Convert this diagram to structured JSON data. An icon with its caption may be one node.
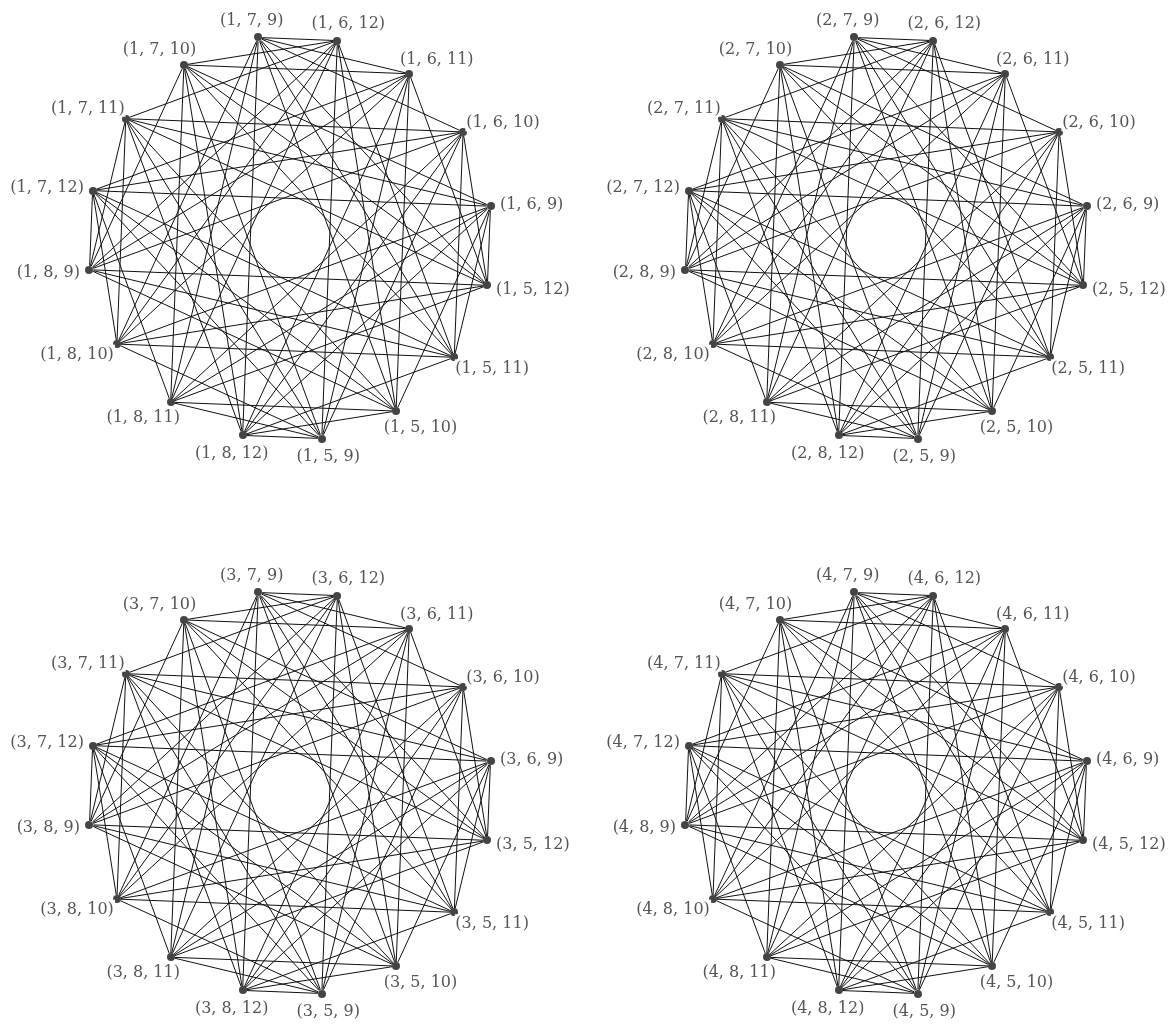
{
  "diagram": {
    "nodes": [
      {
        "text": [],
        "shape": "circle",
        "beside": [
          "(1, 7, 9)"
        ]
      },
      {
        "text": [],
        "shape": "circle",
        "beside": [
          "(1, 6, 12)"
        ]
      },
      {
        "text": [],
        "shape": "circle",
        "beside": [
          "(1, 6, 11)"
        ]
      },
      {
        "text": [],
        "shape": "circle",
        "beside": [
          "(1, 6, 10)"
        ]
      },
      {
        "text": [],
        "shape": "circle",
        "beside": [
          "(1, 6, 9)"
        ]
      },
      {
        "text": [],
        "shape": "circle",
        "beside": [
          "(1, 5, 12)"
        ]
      },
      {
        "text": [],
        "shape": "circle",
        "beside": [
          "(1, 5, 11)"
        ]
      },
      {
        "text": [],
        "shape": "circle",
        "beside": [
          "(1, 5, 10)"
        ]
      },
      {
        "text": [],
        "shape": "circle",
        "beside": [
          "(1, 5, 9)"
        ]
      },
      {
        "text": [],
        "shape": "circle",
        "beside": [
          "(1, 8, 12)"
        ]
      },
      {
        "text": [],
        "shape": "circle",
        "beside": [
          "(1, 8, 11)"
        ]
      },
      {
        "text": [],
        "shape": "circle",
        "beside": [
          "(1, 8, 10)"
        ]
      },
      {
        "text": [],
        "shape": "circle",
        "beside": [
          "(1, 8, 9)"
        ]
      },
      {
        "text": [],
        "shape": "circle",
        "beside": [
          "(1, 7, 12)"
        ]
      },
      {
        "text": [],
        "shape": "circle",
        "beside": [
          "(1, 7, 11)"
        ]
      },
      {
        "text": [],
        "shape": "circle",
        "beside": [
          "(1, 7, 10)"
        ]
      },
      {
        "text": [],
        "shape": "circle",
        "beside": [
          "(2, 7, 9)"
        ]
      },
      {
        "text": [],
        "shape": "circle",
        "beside": [
          "(2, 6, 12)"
        ]
      },
      {
        "text": [],
        "shape": "circle",
        "beside": [
          "(2, 6, 11)"
        ]
      },
      {
        "text": [],
        "shape": "circle",
        "beside": [
          "(2, 6, 10)"
        ]
      },
      {
        "text": [],
        "shape": "circle",
        "beside": [
          "(2, 6, 9)"
        ]
      },
      {
        "text": [],
        "shape": "circle",
        "beside": [
          "(2, 5, 12)"
        ]
      },
      {
        "text": [],
        "shape": "circle",
        "beside": [
          "(2, 5, 11)"
        ]
      },
      {
        "text": [],
        "shape": "circle",
        "beside": [
          "(2, 5, 10)"
        ]
      },
      {
        "text": [],
        "shape": "circle",
        "beside": [
          "(2, 5, 9)"
        ]
      },
      {
        "text": [],
        "shape": "circle",
        "beside": [
          "(2, 8, 12)"
        ]
      },
      {
        "text": [],
        "shape": "circle",
        "beside": [
          "(2, 8, 11)"
        ]
      },
      {
        "text": [],
        "shape": "circle",
        "beside": [
          "(2, 8, 10)"
        ]
      },
      {
        "text": [],
        "shape": "circle",
        "beside": [
          "(2, 8, 9)"
        ]
      },
      {
        "text": [],
        "shape": "circle",
        "beside": [
          "(2, 7, 12)"
        ]
      },
      {
        "text": [],
        "shape": "circle",
        "beside": [
          "(2, 7, 11)"
        ]
      },
      {
        "text": [],
        "shape": "circle",
        "beside": [
          "(2, 7, 10)"
        ]
      },
      {
        "text": [],
        "shape": "circle",
        "beside": [
          "(3, 7, 9)"
        ]
      },
      {
        "text": [],
        "shape": "circle",
        "beside": [
          "(3, 6, 12)"
        ]
      },
      {
        "text": [],
        "shape": "circle",
        "beside": [
          "(3, 6, 11)"
        ]
      },
      {
        "text": [],
        "shape": "circle",
        "beside": [
          "(3, 6, 10)"
        ]
      },
      {
        "text": [],
        "shape": "circle",
        "beside": [
          "(3, 6, 9)"
        ]
      },
      {
        "text": [],
        "shape": "circle",
        "beside": [
          "(3, 5, 12)"
        ]
      },
      {
        "text": [],
        "shape": "circle",
        "beside": [
          "(3, 5, 11)"
        ]
      },
      {
        "text": [],
        "shape": "circle",
        "beside": [
          "(3, 5, 10)"
        ]
      },
      {
        "text": [],
        "shape": "circle",
        "beside": [
          "(3, 5, 9)"
        ]
      },
      {
        "text": [],
        "shape": "circle",
        "beside": [
          "(3, 8, 12)"
        ]
      },
      {
        "text": [],
        "shape": "circle",
        "beside": [
          "(3, 8, 11)"
        ]
      },
      {
        "text": [],
        "shape": "circle",
        "beside": [
          "(3, 8, 10)"
        ]
      },
      {
        "text": [],
        "shape": "circle",
        "beside": [
          "(3, 8, 9)"
        ]
      },
      {
        "text": [],
        "shape": "circle",
        "beside": [
          "(3, 7, 12)"
        ]
      },
      {
        "text": [],
        "shape": "circle",
        "beside": [
          "(3, 7, 11)"
        ]
      },
      {
        "text": [],
        "shape": "circle",
        "beside": [
          "(3, 7, 10)"
        ]
      },
      {
        "text": [],
        "shape": "circle",
        "beside": [
          "(4, 7, 9)"
        ]
      },
      {
        "text": [],
        "shape": "circle",
        "beside": [
          "(4, 6, 12)"
        ]
      },
      {
        "text": [],
        "shape": "circle",
        "beside": [
          "(4, 6, 11)"
        ]
      },
      {
        "text": [],
        "shape": "circle",
        "beside": [
          "(4, 6, 10)"
        ]
      },
      {
        "text": [],
        "shape": "circle",
        "beside": [
          "(4, 6, 9)"
        ]
      },
      {
        "text": [],
        "shape": "circle",
        "beside": [
          "(4, 5, 12)"
        ]
      },
      {
        "text": [],
        "shape": "circle",
        "beside": [
          "(4, 5, 11)"
        ]
      },
      {
        "text": [],
        "shape": "circle",
        "beside": [
          "(4, 5, 10)"
        ]
      },
      {
        "text": [],
        "shape": "circle",
        "beside": [
          "(4, 5, 9)"
        ]
      },
      {
        "text": [],
        "shape": "circle",
        "beside": [
          "(4, 8, 12)"
        ]
      },
      {
        "text": [],
        "shape": "circle",
        "beside": [
          "(4, 8, 11)"
        ]
      },
      {
        "text": [],
        "shape": "circle",
        "beside": [
          "(4, 8, 10)"
        ]
      },
      {
        "text": [],
        "shape": "circle",
        "beside": [
          "(4, 8, 9)"
        ]
      },
      {
        "text": [],
        "shape": "circle",
        "beside": [
          "(4, 7, 12)"
        ]
      },
      {
        "text": [],
        "shape": "circle",
        "beside": [
          "(4, 7, 11)"
        ]
      },
      {
        "text": [],
        "shape": "circle",
        "beside": [
          "(4, 7, 10)"
        ]
      }
    ],
    "edges": [
      {
        "from": 0,
        "to": 1,
        "arrow": "none"
      },
      {
        "from": 0,
        "to": 2,
        "arrow": "none"
      },
      {
        "from": 0,
        "to": 3,
        "arrow": "none"
      },
      {
        "from": 0,
        "to": 5,
        "arrow": "none"
      },
      {
        "from": 0,
        "to": 6,
        "arrow": "none"
      },
      {
        "from": 0,
        "to": 7,
        "arrow": "none"
      },
      {
        "from": 0,
        "to": 9,
        "arrow": "none"
      },
      {
        "from": 0,
        "to": 10,
        "arrow": "none"
      },
      {
        "from": 0,
        "to": 11,
        "arrow": "none"
      },
      {
        "from": 1,
        "to": 6,
        "arrow": "none"
      },
      {
        "from": 1,
        "to": 7,
        "arrow": "none"
      },
      {
        "from": 1,
        "to": 8,
        "arrow": "none"
      },
      {
        "from": 1,
        "to": 10,
        "arrow": "none"
      },
      {
        "from": 1,
        "to": 11,
        "arrow": "none"
      },
      {
        "from": 1,
        "to": 12,
        "arrow": "none"
      },
      {
        "from": 1,
        "to": 14,
        "arrow": "none"
      },
      {
        "from": 1,
        "to": 15,
        "arrow": "none"
      },
      {
        "from": 2,
        "to": 5,
        "arrow": "none"
      },
      {
        "from": 2,
        "to": 7,
        "arrow": "none"
      },
      {
        "from": 2,
        "to": 8,
        "arrow": "none"
      },
      {
        "from": 2,
        "to": 9,
        "arrow": "none"
      },
      {
        "from": 2,
        "to": 11,
        "arrow": "none"
      },
      {
        "from": 2,
        "to": 12,
        "arrow": "none"
      },
      {
        "from": 2,
        "to": 13,
        "arrow": "none"
      },
      {
        "from": 2,
        "to": 15,
        "arrow": "none"
      },
      {
        "from": 3,
        "to": 5,
        "arrow": "none"
      },
      {
        "from": 3,
        "to": 6,
        "arrow": "none"
      },
      {
        "from": 3,
        "to": 8,
        "arrow": "none"
      },
      {
        "from": 3,
        "to": 9,
        "arrow": "none"
      },
      {
        "from": 3,
        "to": 10,
        "arrow": "none"
      },
      {
        "from": 3,
        "to": 12,
        "arrow": "none"
      },
      {
        "from": 3,
        "to": 13,
        "arrow": "none"
      },
      {
        "from": 3,
        "to": 14,
        "arrow": "none"
      },
      {
        "from": 4,
        "to": 5,
        "arrow": "none"
      },
      {
        "from": 4,
        "to": 6,
        "arrow": "none"
      },
      {
        "from": 4,
        "to": 7,
        "arrow": "none"
      },
      {
        "from": 4,
        "to": 9,
        "arrow": "none"
      },
      {
        "from": 4,
        "to": 10,
        "arrow": "none"
      },
      {
        "from": 4,
        "to": 11,
        "arrow": "none"
      },
      {
        "from": 4,
        "to": 13,
        "arrow": "none"
      },
      {
        "from": 4,
        "to": 14,
        "arrow": "none"
      },
      {
        "from": 4,
        "to": 15,
        "arrow": "none"
      },
      {
        "from": 5,
        "to": 10,
        "arrow": "none"
      },
      {
        "from": 5,
        "to": 11,
        "arrow": "none"
      },
      {
        "from": 5,
        "to": 12,
        "arrow": "none"
      },
      {
        "from": 5,
        "to": 14,
        "arrow": "none"
      },
      {
        "from": 5,
        "to": 15,
        "arrow": "none"
      },
      {
        "from": 6,
        "to": 9,
        "arrow": "none"
      },
      {
        "from": 6,
        "to": 11,
        "arrow": "none"
      },
      {
        "from": 6,
        "to": 12,
        "arrow": "none"
      },
      {
        "from": 6,
        "to": 13,
        "arrow": "none"
      },
      {
        "from": 6,
        "to": 15,
        "arrow": "none"
      },
      {
        "from": 7,
        "to": 9,
        "arrow": "none"
      },
      {
        "from": 7,
        "to": 10,
        "arrow": "none"
      },
      {
        "from": 7,
        "to": 12,
        "arrow": "none"
      },
      {
        "from": 7,
        "to": 13,
        "arrow": "none"
      },
      {
        "from": 7,
        "to": 14,
        "arrow": "none"
      },
      {
        "from": 8,
        "to": 9,
        "arrow": "none"
      },
      {
        "from": 8,
        "to": 10,
        "arrow": "none"
      },
      {
        "from": 8,
        "to": 11,
        "arrow": "none"
      },
      {
        "from": 8,
        "to": 13,
        "arrow": "none"
      },
      {
        "from": 8,
        "to": 14,
        "arrow": "none"
      },
      {
        "from": 8,
        "to": 15,
        "arrow": "none"
      },
      {
        "from": 9,
        "to": 14,
        "arrow": "none"
      },
      {
        "from": 9,
        "to": 15,
        "arrow": "none"
      },
      {
        "from": 10,
        "to": 13,
        "arrow": "none"
      },
      {
        "from": 10,
        "to": 15,
        "arrow": "none"
      },
      {
        "from": 11,
        "to": 13,
        "arrow": "none"
      },
      {
        "from": 11,
        "to": 14,
        "arrow": "none"
      },
      {
        "from": 12,
        "to": 13,
        "arrow": "none"
      },
      {
        "from": 12,
        "to": 14,
        "arrow": "none"
      },
      {
        "from": 12,
        "to": 15,
        "arrow": "none"
      },
      {
        "from": 16,
        "to": 17,
        "arrow": "none"
      },
      {
        "from": 16,
        "to": 18,
        "arrow": "none"
      },
      {
        "from": 16,
        "to": 19,
        "arrow": "none"
      },
      {
        "from": 16,
        "to": 21,
        "arrow": "none"
      },
      {
        "from": 16,
        "to": 22,
        "arrow": "none"
      },
      {
        "from": 16,
        "to": 23,
        "arrow": "none"
      },
      {
        "from": 16,
        "to": 25,
        "arrow": "none"
      },
      {
        "from": 16,
        "to": 26,
        "arrow": "none"
      },
      {
        "from": 16,
        "to": 27,
        "arrow": "none"
      },
      {
        "from": 17,
        "to": 22,
        "arrow": "none"
      },
      {
        "from": 17,
        "to": 23,
        "arrow": "none"
      },
      {
        "from": 17,
        "to": 24,
        "arrow": "none"
      },
      {
        "from": 17,
        "to": 26,
        "arrow": "none"
      },
      {
        "from": 17,
        "to": 27,
        "arrow": "none"
      },
      {
        "from": 17,
        "to": 28,
        "arrow": "none"
      },
      {
        "from": 17,
        "to": 30,
        "arrow": "none"
      },
      {
        "from": 17,
        "to": 31,
        "arrow": "none"
      },
      {
        "from": 18,
        "to": 21,
        "arrow": "none"
      },
      {
        "from": 18,
        "to": 23,
        "arrow": "none"
      },
      {
        "from": 18,
        "to": 24,
        "arrow": "none"
      },
      {
        "from": 18,
        "to": 25,
        "arrow": "none"
      },
      {
        "from": 18,
        "to": 27,
        "arrow": "none"
      },
      {
        "from": 18,
        "to": 28,
        "arrow": "none"
      },
      {
        "from": 18,
        "to": 29,
        "arrow": "none"
      },
      {
        "from": 18,
        "to": 31,
        "arrow": "none"
      },
      {
        "from": 19,
        "to": 21,
        "arrow": "none"
      },
      {
        "from": 19,
        "to": 22,
        "arrow": "none"
      },
      {
        "from": 19,
        "to": 24,
        "arrow": "none"
      },
      {
        "from": 19,
        "to": 25,
        "arrow": "none"
      },
      {
        "from": 19,
        "to": 26,
        "arrow": "none"
      },
      {
        "from": 19,
        "to": 28,
        "arrow": "none"
      },
      {
        "from": 19,
        "to": 29,
        "arrow": "none"
      },
      {
        "from": 19,
        "to": 30,
        "arrow": "none"
      },
      {
        "from": 20,
        "to": 21,
        "arrow": "none"
      },
      {
        "from": 20,
        "to": 22,
        "arrow": "none"
      },
      {
        "from": 20,
        "to": 23,
        "arrow": "none"
      },
      {
        "from": 20,
        "to": 25,
        "arrow": "none"
      },
      {
        "from": 20,
        "to": 26,
        "arrow": "none"
      },
      {
        "from": 20,
        "to": 27,
        "arrow": "none"
      },
      {
        "from": 20,
        "to": 29,
        "arrow": "none"
      },
      {
        "from": 20,
        "to": 30,
        "arrow": "none"
      },
      {
        "from": 20,
        "to": 31,
        "arrow": "none"
      },
      {
        "from": 21,
        "to": 26,
        "arrow": "none"
      },
      {
        "from": 21,
        "to": 27,
        "arrow": "none"
      },
      {
        "from": 21,
        "to": 28,
        "arrow": "none"
      },
      {
        "from": 21,
        "to": 30,
        "arrow": "none"
      },
      {
        "from": 21,
        "to": 31,
        "arrow": "none"
      },
      {
        "from": 22,
        "to": 25,
        "arrow": "none"
      },
      {
        "from": 22,
        "to": 27,
        "arrow": "none"
      },
      {
        "from": 22,
        "to": 28,
        "arrow": "none"
      },
      {
        "from": 22,
        "to": 29,
        "arrow": "none"
      },
      {
        "from": 22,
        "to": 31,
        "arrow": "none"
      },
      {
        "from": 23,
        "to": 25,
        "arrow": "none"
      },
      {
        "from": 23,
        "to": 26,
        "arrow": "none"
      },
      {
        "from": 23,
        "to": 28,
        "arrow": "none"
      },
      {
        "from": 23,
        "to": 29,
        "arrow": "none"
      },
      {
        "from": 23,
        "to": 30,
        "arrow": "none"
      },
      {
        "from": 24,
        "to": 25,
        "arrow": "none"
      },
      {
        "from": 24,
        "to": 26,
        "arrow": "none"
      },
      {
        "from": 24,
        "to": 27,
        "arrow": "none"
      },
      {
        "from": 24,
        "to": 29,
        "arrow": "none"
      },
      {
        "from": 24,
        "to": 30,
        "arrow": "none"
      },
      {
        "from": 24,
        "to": 31,
        "arrow": "none"
      },
      {
        "from": 25,
        "to": 30,
        "arrow": "none"
      },
      {
        "from": 25,
        "to": 31,
        "arrow": "none"
      },
      {
        "from": 26,
        "to": 29,
        "arrow": "none"
      },
      {
        "from": 26,
        "to": 31,
        "arrow": "none"
      },
      {
        "from": 27,
        "to": 29,
        "arrow": "none"
      },
      {
        "from": 27,
        "to": 30,
        "arrow": "none"
      },
      {
        "from": 28,
        "to": 29,
        "arrow": "none"
      },
      {
        "from": 28,
        "to": 30,
        "arrow": "none"
      },
      {
        "from": 28,
        "to": 31,
        "arrow": "none"
      },
      {
        "from": 32,
        "to": 33,
        "arrow": "none"
      },
      {
        "from": 32,
        "to": 34,
        "arrow": "none"
      },
      {
        "from": 32,
        "to": 35,
        "arrow": "none"
      },
      {
        "from": 32,
        "to": 37,
        "arrow": "none"
      },
      {
        "from": 32,
        "to": 38,
        "arrow": "none"
      },
      {
        "from": 32,
        "to": 39,
        "arrow": "none"
      },
      {
        "from": 32,
        "to": 41,
        "arrow": "none"
      },
      {
        "from": 32,
        "to": 42,
        "arrow": "none"
      },
      {
        "from": 32,
        "to": 43,
        "arrow": "none"
      },
      {
        "from": 33,
        "to": 38,
        "arrow": "none"
      },
      {
        "from": 33,
        "to": 39,
        "arrow": "none"
      },
      {
        "from": 33,
        "to": 40,
        "arrow": "none"
      },
      {
        "from": 33,
        "to": 42,
        "arrow": "none"
      },
      {
        "from": 33,
        "to": 43,
        "arrow": "none"
      },
      {
        "from": 33,
        "to": 44,
        "arrow": "none"
      },
      {
        "from": 33,
        "to": 46,
        "arrow": "none"
      },
      {
        "from": 33,
        "to": 47,
        "arrow": "none"
      },
      {
        "from": 34,
        "to": 37,
        "arrow": "none"
      },
      {
        "from": 34,
        "to": 39,
        "arrow": "none"
      },
      {
        "from": 34,
        "to": 40,
        "arrow": "none"
      },
      {
        "from": 34,
        "to": 41,
        "arrow": "none"
      },
      {
        "from": 34,
        "to": 43,
        "arrow": "none"
      },
      {
        "from": 34,
        "to": 44,
        "arrow": "none"
      },
      {
        "from": 34,
        "to": 45,
        "arrow": "none"
      },
      {
        "from": 34,
        "to": 47,
        "arrow": "none"
      },
      {
        "from": 35,
        "to": 37,
        "arrow": "none"
      },
      {
        "from": 35,
        "to": 38,
        "arrow": "none"
      },
      {
        "from": 35,
        "to": 40,
        "arrow": "none"
      },
      {
        "from": 35,
        "to": 41,
        "arrow": "none"
      },
      {
        "from": 35,
        "to": 42,
        "arrow": "none"
      },
      {
        "from": 35,
        "to": 44,
        "arrow": "none"
      },
      {
        "from": 35,
        "to": 45,
        "arrow": "none"
      },
      {
        "from": 35,
        "to": 46,
        "arrow": "none"
      },
      {
        "from": 36,
        "to": 37,
        "arrow": "none"
      },
      {
        "from": 36,
        "to": 38,
        "arrow": "none"
      },
      {
        "from": 36,
        "to": 39,
        "arrow": "none"
      },
      {
        "from": 36,
        "to": 41,
        "arrow": "none"
      },
      {
        "from": 36,
        "to": 42,
        "arrow": "none"
      },
      {
        "from": 36,
        "to": 43,
        "arrow": "none"
      },
      {
        "from": 36,
        "to": 45,
        "arrow": "none"
      },
      {
        "from": 36,
        "to": 46,
        "arrow": "none"
      },
      {
        "from": 36,
        "to": 47,
        "arrow": "none"
      },
      {
        "from": 37,
        "to": 42,
        "arrow": "none"
      },
      {
        "from": 37,
        "to": 43,
        "arrow": "none"
      },
      {
        "from": 37,
        "to": 44,
        "arrow": "none"
      },
      {
        "from": 37,
        "to": 46,
        "arrow": "none"
      },
      {
        "from": 37,
        "to": 47,
        "arrow": "none"
      },
      {
        "from": 38,
        "to": 41,
        "arrow": "none"
      },
      {
        "from": 38,
        "to": 43,
        "arrow": "none"
      },
      {
        "from": 38,
        "to": 44,
        "arrow": "none"
      },
      {
        "from": 38,
        "to": 45,
        "arrow": "none"
      },
      {
        "from": 38,
        "to": 47,
        "arrow": "none"
      },
      {
        "from": 39,
        "to": 41,
        "arrow": "none"
      },
      {
        "from": 39,
        "to": 42,
        "arrow": "none"
      },
      {
        "from": 39,
        "to": 44,
        "arrow": "none"
      },
      {
        "from": 39,
        "to": 45,
        "arrow": "none"
      },
      {
        "from": 39,
        "to": 46,
        "arrow": "none"
      },
      {
        "from": 40,
        "to": 41,
        "arrow": "none"
      },
      {
        "from": 40,
        "to": 42,
        "arrow": "none"
      },
      {
        "from": 40,
        "to": 43,
        "arrow": "none"
      },
      {
        "from": 40,
        "to": 45,
        "arrow": "none"
      },
      {
        "from": 40,
        "to": 46,
        "arrow": "none"
      },
      {
        "from": 40,
        "to": 47,
        "arrow": "none"
      },
      {
        "from": 41,
        "to": 46,
        "arrow": "none"
      },
      {
        "from": 41,
        "to": 47,
        "arrow": "none"
      },
      {
        "from": 42,
        "to": 45,
        "arrow": "none"
      },
      {
        "from": 42,
        "to": 47,
        "arrow": "none"
      },
      {
        "from": 43,
        "to": 45,
        "arrow": "none"
      },
      {
        "from": 43,
        "to": 46,
        "arrow": "none"
      },
      {
        "from": 44,
        "to": 45,
        "arrow": "none"
      },
      {
        "from": 44,
        "to": 46,
        "arrow": "none"
      },
      {
        "from": 44,
        "to": 47,
        "arrow": "none"
      },
      {
        "from": 48,
        "to": 49,
        "arrow": "none"
      },
      {
        "from": 48,
        "to": 50,
        "arrow": "none"
      },
      {
        "from": 48,
        "to": 51,
        "arrow": "none"
      },
      {
        "from": 48,
        "to": 53,
        "arrow": "none"
      },
      {
        "from": 48,
        "to": 54,
        "arrow": "none"
      },
      {
        "from": 48,
        "to": 55,
        "arrow": "none"
      },
      {
        "from": 48,
        "to": 57,
        "arrow": "none"
      },
      {
        "from": 48,
        "to": 58,
        "arrow": "none"
      },
      {
        "from": 48,
        "to": 59,
        "arrow": "none"
      },
      {
        "from": 49,
        "to": 54,
        "arrow": "none"
      },
      {
        "from": 49,
        "to": 55,
        "arrow": "none"
      },
      {
        "from": 49,
        "to": 56,
        "arrow": "none"
      },
      {
        "from": 49,
        "to": 58,
        "arrow": "none"
      },
      {
        "from": 49,
        "to": 59,
        "arrow": "none"
      },
      {
        "from": 49,
        "to": 60,
        "arrow": "none"
      },
      {
        "from": 49,
        "to": 62,
        "arrow": "none"
      },
      {
        "from": 49,
        "to": 63,
        "arrow": "none"
      },
      {
        "from": 50,
        "to": 53,
        "arrow": "none"
      },
      {
        "from": 50,
        "to": 55,
        "arrow": "none"
      },
      {
        "from": 50,
        "to": 56,
        "arrow": "none"
      },
      {
        "from": 50,
        "to": 57,
        "arrow": "none"
      },
      {
        "from": 50,
        "to": 59,
        "arrow": "none"
      },
      {
        "from": 50,
        "to": 60,
        "arrow": "none"
      },
      {
        "from": 50,
        "to": 61,
        "arrow": "none"
      },
      {
        "from": 50,
        "to": 63,
        "arrow": "none"
      },
      {
        "from": 51,
        "to": 53,
        "arrow": "none"
      },
      {
        "from": 51,
        "to": 54,
        "arrow": "none"
      },
      {
        "from": 51,
        "to": 56,
        "arrow": "none"
      },
      {
        "from": 51,
        "to": 57,
        "arrow": "none"
      },
      {
        "from": 51,
        "to": 58,
        "arrow": "none"
      },
      {
        "from": 51,
        "to": 60,
        "arrow": "none"
      },
      {
        "from": 51,
        "to": 61,
        "arrow": "none"
      },
      {
        "from": 51,
        "to": 62,
        "arrow": "none"
      },
      {
        "from": 52,
        "to": 53,
        "arrow": "none"
      },
      {
        "from": 52,
        "to": 54,
        "arrow": "none"
      },
      {
        "from": 52,
        "to": 55,
        "arrow": "none"
      },
      {
        "from": 52,
        "to": 57,
        "arrow": "none"
      },
      {
        "from": 52,
        "to": 58,
        "arrow": "none"
      },
      {
        "from": 52,
        "to": 59,
        "arrow": "none"
      },
      {
        "from": 52,
        "to": 61,
        "arrow": "none"
      },
      {
        "from": 52,
        "to": 62,
        "arrow": "none"
      },
      {
        "from": 52,
        "to": 63,
        "arrow": "none"
      },
      {
        "from": 53,
        "to": 58,
        "arrow": "none"
      },
      {
        "from": 53,
        "to": 59,
        "arrow": "none"
      },
      {
        "from": 53,
        "to": 60,
        "arrow": "none"
      },
      {
        "from": 53,
        "to": 62,
        "arrow": "none"
      },
      {
        "from": 53,
        "to": 63,
        "arrow": "none"
      },
      {
        "from": 54,
        "to": 57,
        "arrow": "none"
      },
      {
        "from": 54,
        "to": 59,
        "arrow": "none"
      },
      {
        "from": 54,
        "to": 60,
        "arrow": "none"
      },
      {
        "from": 54,
        "to": 61,
        "arrow": "none"
      },
      {
        "from": 54,
        "to": 63,
        "arrow": "none"
      },
      {
        "from": 55,
        "to": 57,
        "arrow": "none"
      },
      {
        "from": 55,
        "to": 58,
        "arrow": "none"
      },
      {
        "from": 55,
        "to": 60,
        "arrow": "none"
      },
      {
        "from": 55,
        "to": 61,
        "arrow": "none"
      },
      {
        "from": 55,
        "to": 62,
        "arrow": "none"
      },
      {
        "from": 56,
        "to": 57,
        "arrow": "none"
      },
      {
        "from": 56,
        "to": 58,
        "arrow": "none"
      },
      {
        "from": 56,
        "to": 59,
        "arrow": "none"
      },
      {
        "from": 56,
        "to": 61,
        "arrow": "none"
      },
      {
        "from": 56,
        "to": 62,
        "arrow": "none"
      },
      {
        "from": 56,
        "to": 63,
        "arrow": "none"
      },
      {
        "from": 57,
        "to": 62,
        "arrow": "none"
      },
      {
        "from": 57,
        "to": 63,
        "arrow": "none"
      },
      {
        "from": 58,
        "to": 61,
        "arrow": "none"
      },
      {
        "from": 58,
        "to": 63,
        "arrow": "none"
      },
      {
        "from": 59,
        "to": 61,
        "arrow": "none"
      },
      {
        "from": 59,
        "to": 62,
        "arrow": "none"
      },
      {
        "from": 60,
        "to": 61,
        "arrow": "none"
      },
      {
        "from": 60,
        "to": 62,
        "arrow": "none"
      },
      {
        "from": 60,
        "to": 63,
        "arrow": "none"
      }
    ]
  }
}
